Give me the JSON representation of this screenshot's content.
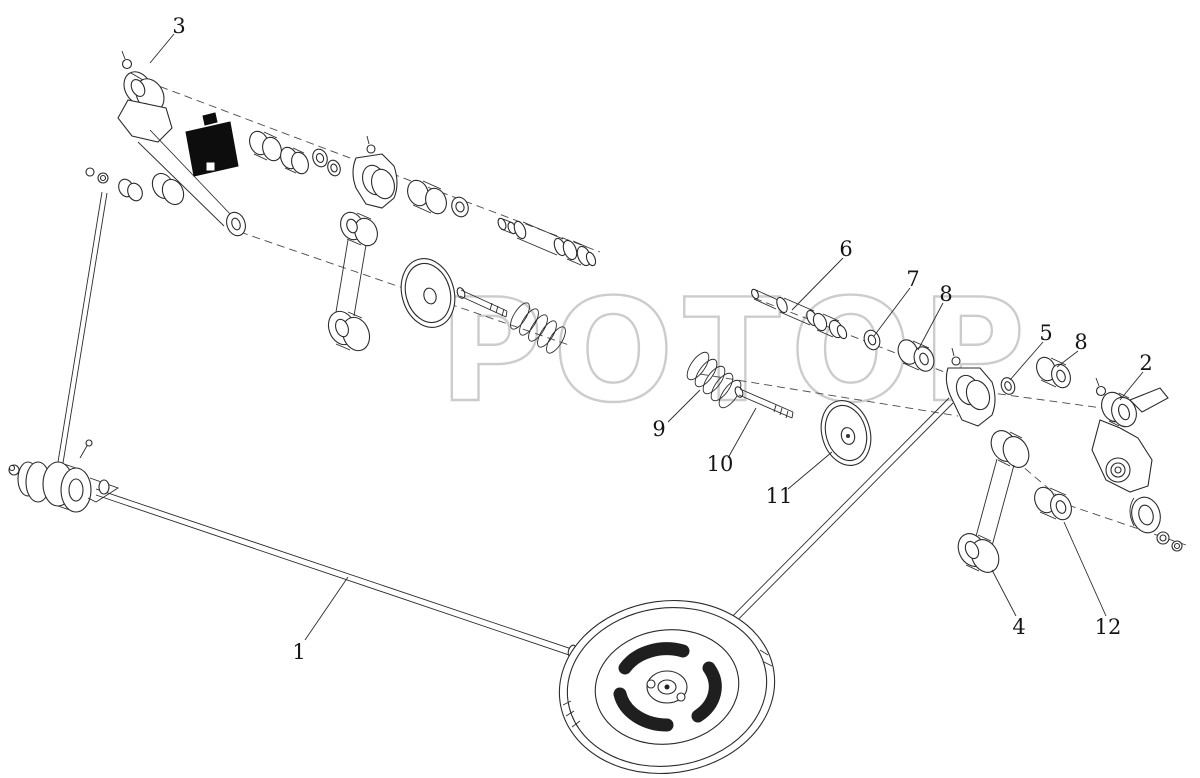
{
  "diagram": {
    "watermark": "РОТОР",
    "colors": {
      "line": "#2b2b2b",
      "watermark": "#c4c4c4",
      "plate_fill": "#0d0d0d",
      "background": "#ffffff"
    },
    "callouts": [
      {
        "label": "3"
      },
      {
        "label": "1"
      },
      {
        "label": "6"
      },
      {
        "label": "7"
      },
      {
        "label": "8"
      },
      {
        "label": "9"
      },
      {
        "label": "10"
      },
      {
        "label": "11"
      },
      {
        "label": "5"
      },
      {
        "label": "8"
      },
      {
        "label": "2"
      },
      {
        "label": "4"
      },
      {
        "label": "12"
      }
    ]
  }
}
